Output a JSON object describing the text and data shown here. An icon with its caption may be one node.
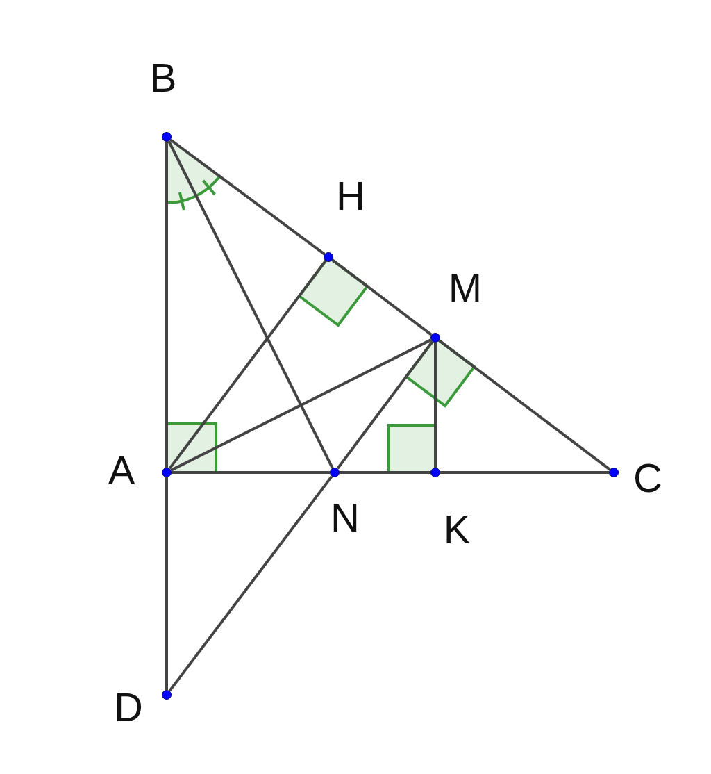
{
  "diagram": {
    "nodes": [
      {
        "text": [
          "B"
        ]
      },
      {
        "text": [
          "H"
        ]
      },
      {
        "text": [
          "M"
        ]
      },
      {
        "text": [
          "C"
        ]
      },
      {
        "text": [
          "A"
        ]
      },
      {
        "text": [
          "N"
        ]
      },
      {
        "text": [
          "K"
        ]
      },
      {
        "text": [
          "D"
        ]
      }
    ],
    "edges": [
      {
        "from": 0,
        "to": 1,
        "arrow": "none"
      },
      {
        "from": 1,
        "to": 2,
        "arrow": "none"
      },
      {
        "from": 2,
        "to": 3,
        "arrow": "none"
      },
      {
        "from": 0,
        "to": 4,
        "arrow": "none"
      },
      {
        "from": 4,
        "to": 7,
        "arrow": "none"
      },
      {
        "from": 4,
        "to": 5,
        "arrow": "none"
      },
      {
        "from": 5,
        "to": 6,
        "arrow": "none"
      },
      {
        "from": 6,
        "to": 3,
        "arrow": "none"
      },
      {
        "from": 4,
        "to": 1,
        "arrow": "none"
      },
      {
        "from": 4,
        "to": 2,
        "arrow": "none"
      },
      {
        "from": 0,
        "to": 5,
        "arrow": "none"
      },
      {
        "from": 2,
        "to": 6,
        "arrow": "none"
      },
      {
        "from": 2,
        "to": 5,
        "arrow": "none"
      },
      {
        "from": 5,
        "to": 7,
        "arrow": "none"
      }
    ]
  }
}
